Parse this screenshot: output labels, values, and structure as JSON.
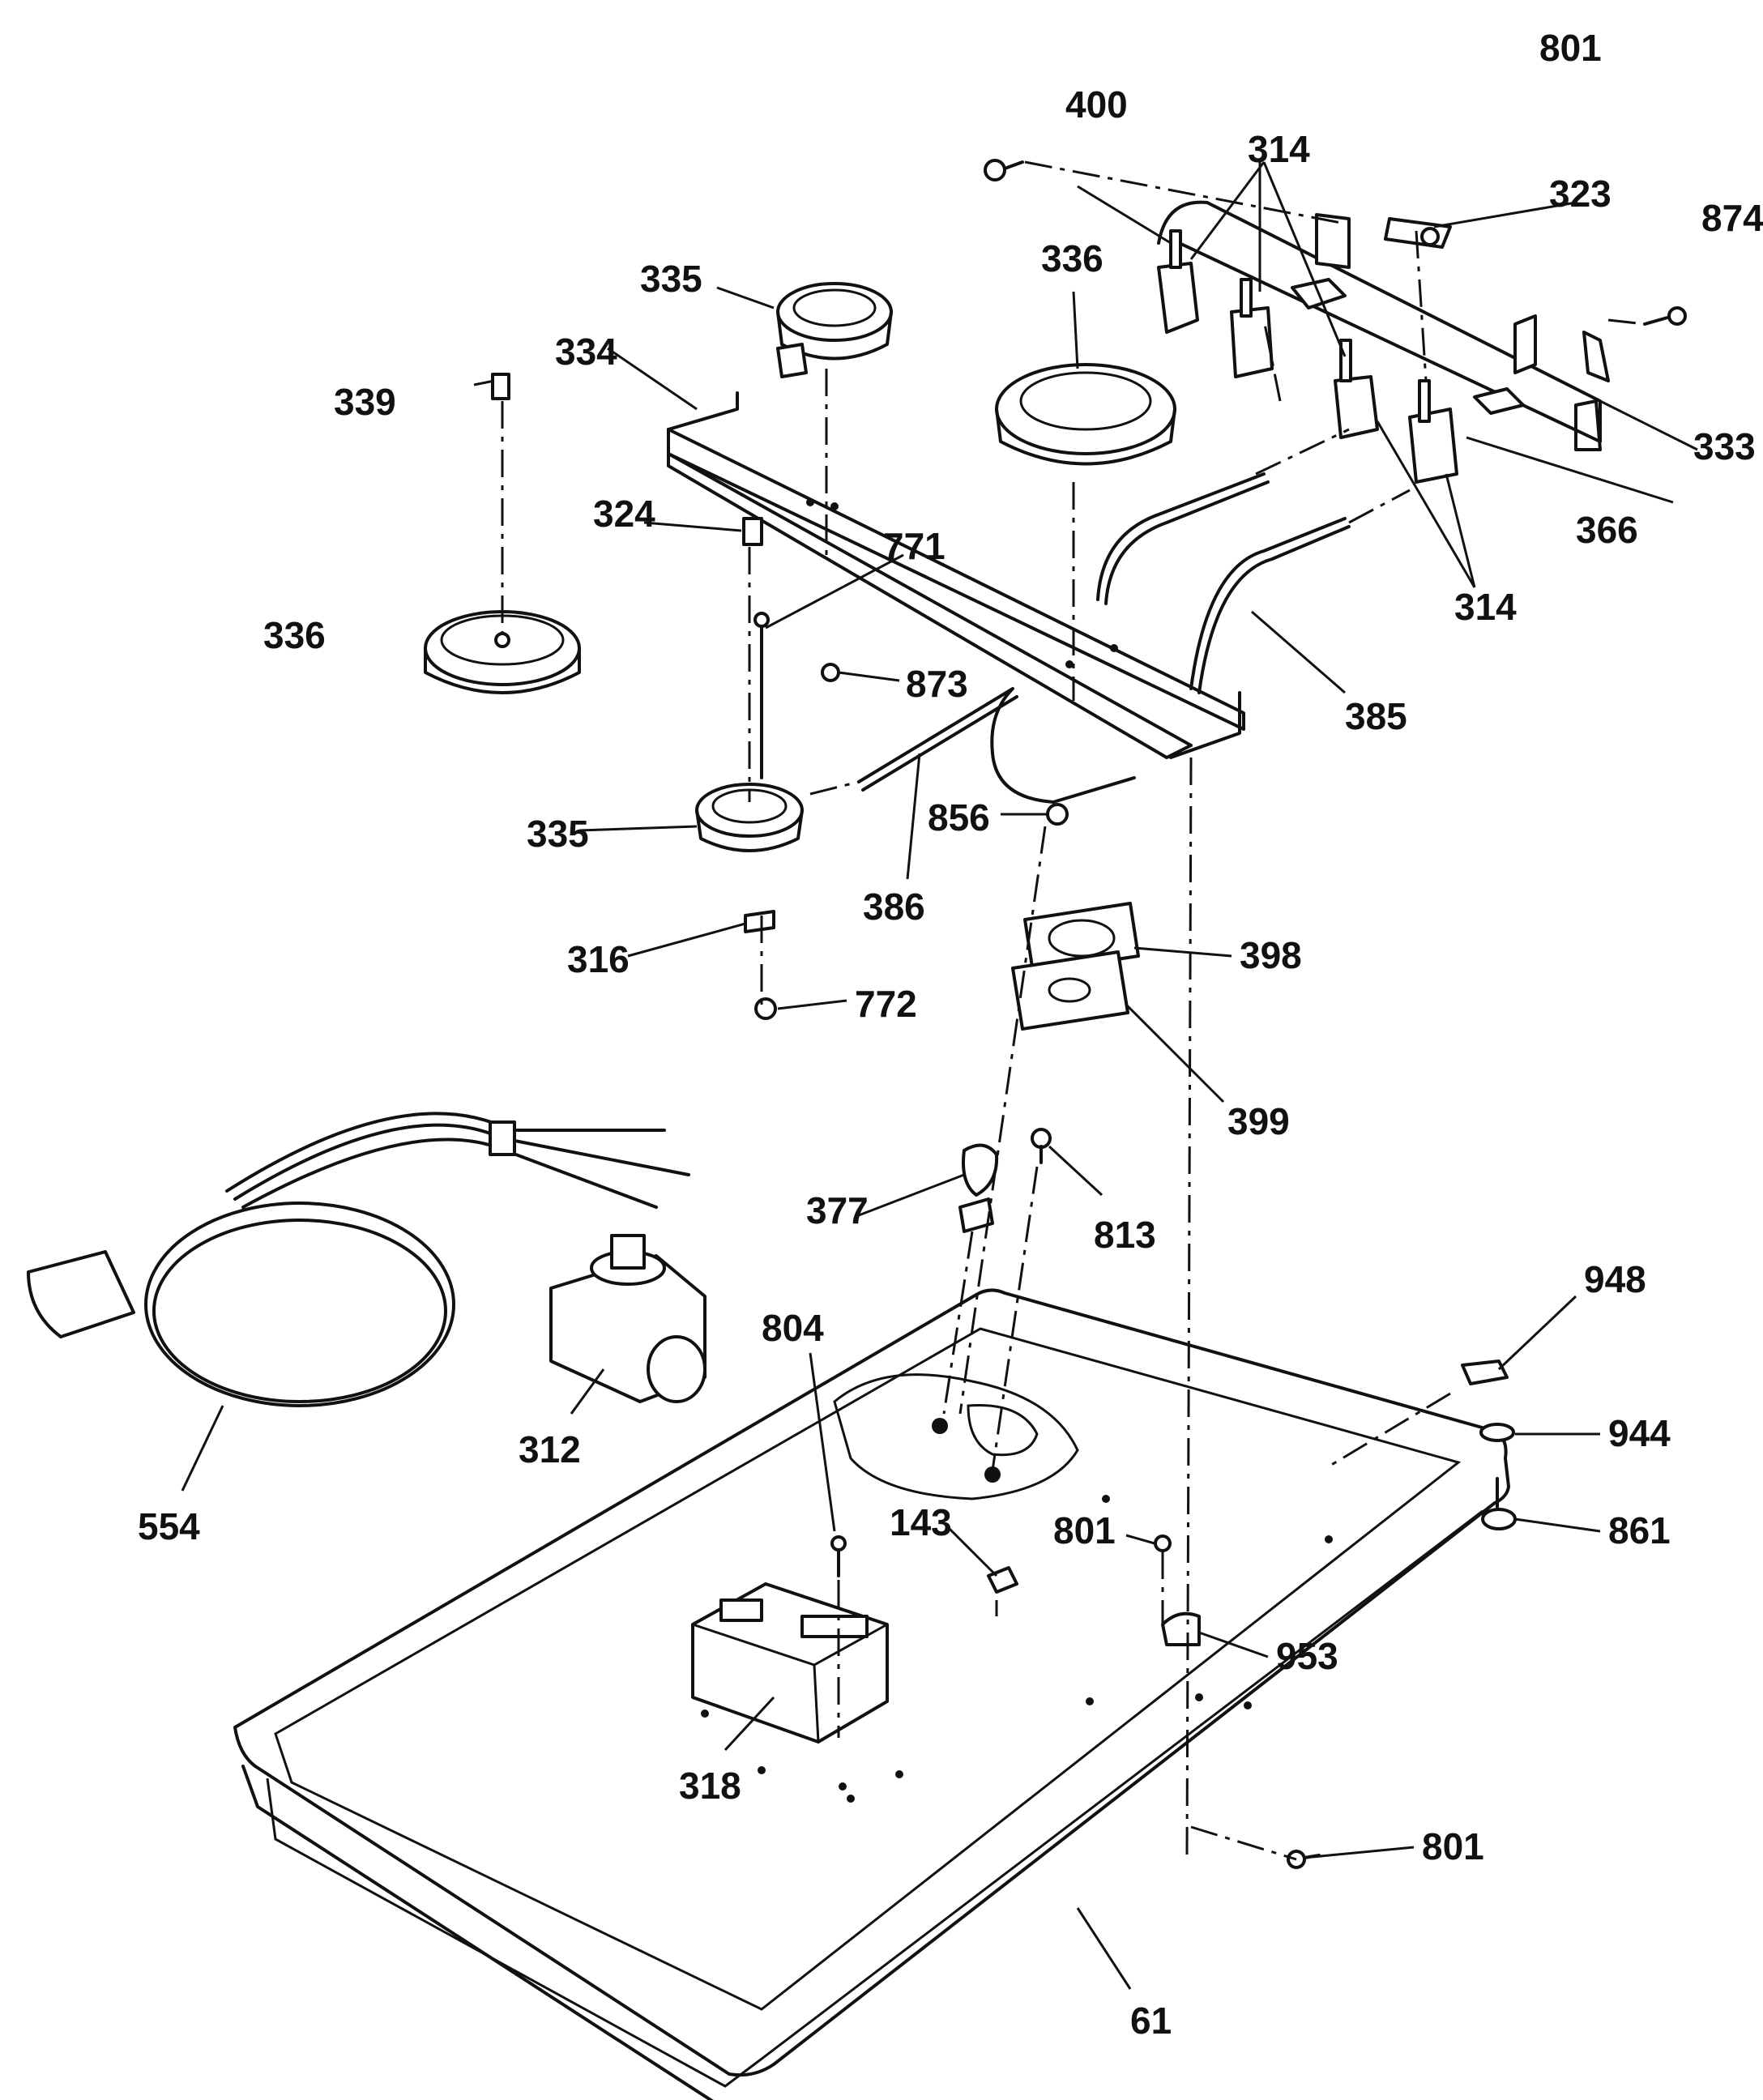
{
  "diagram": {
    "callouts": {
      "c801a": "801",
      "c400": "400",
      "c314a": "314",
      "c323": "323",
      "c874": "874",
      "c335a": "335",
      "c336a": "336",
      "c339": "339",
      "c334": "334",
      "c333": "333",
      "c324": "324",
      "c771": "771",
      "c366": "366",
      "c336b": "336",
      "c314b": "314",
      "c873": "873",
      "c385": "385",
      "c856": "856",
      "c335b": "335",
      "c386": "386",
      "c398": "398",
      "c316": "316",
      "c772": "772",
      "c399": "399",
      "c377": "377",
      "c813": "813",
      "c948": "948",
      "c804": "804",
      "c944": "944",
      "c312": "312",
      "c143": "143",
      "c801b": "801",
      "c861": "861",
      "c554": "554",
      "c953": "953",
      "c318": "318",
      "c801c": "801",
      "c61": "61"
    }
  }
}
